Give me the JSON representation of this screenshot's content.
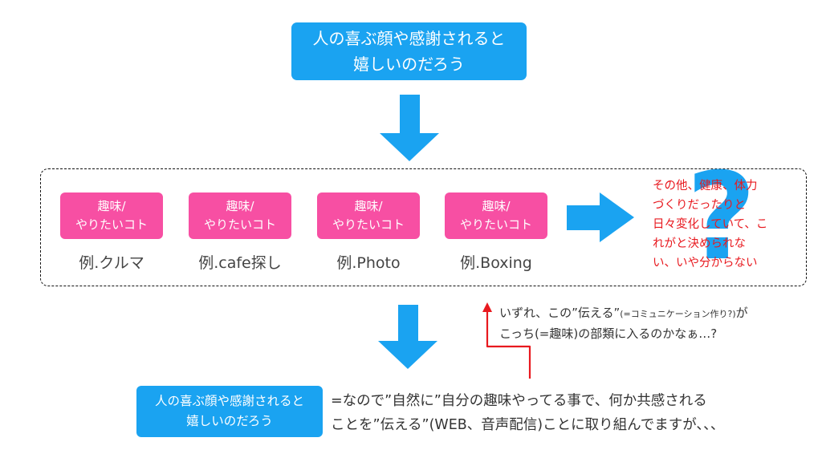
{
  "top_box": {
    "line1": "人の喜ぶ顔や感謝されると",
    "line2": "嬉しいのだろう"
  },
  "hobbies": [
    {
      "label_line1": "趣味/",
      "label_line2": "やりたいコト",
      "example": "例.クルマ"
    },
    {
      "label_line1": "趣味/",
      "label_line2": "やりたいコト",
      "example": "例.cafe探し"
    },
    {
      "label_line1": "趣味/",
      "label_line2": "やりたいコト",
      "example": "例.Photo"
    },
    {
      "label_line1": "趣味/",
      "label_line2": "やりたいコト",
      "example": "例.Boxing"
    }
  ],
  "question_mark": "?",
  "red_note": [
    "その他、健康、体力",
    "づくりだったりと",
    "日々変化していて、こ",
    "れがと決められな",
    "い、いや分からない"
  ],
  "side_note": {
    "line1_pre": "いずれ、この”伝える”",
    "line1_small": "(=コミュニケーション作り?)",
    "line1_post": "が",
    "line2": "こっち(=趣味)の部類に入るのかなぁ…?"
  },
  "bottom_box": {
    "line1": "人の喜ぶ顔や感謝されると",
    "line2": "嬉しいのだろう"
  },
  "bottom_text": {
    "line1": "=なので”自然に”自分の趣味やってる事で、何か共感される",
    "line2": "ことを”伝える”(WEB、音声配信)ことに取り組んでますが、、、"
  },
  "colors": {
    "blue": "#1aa3f1",
    "pink": "#f74fa3",
    "red": "#e8191f"
  }
}
